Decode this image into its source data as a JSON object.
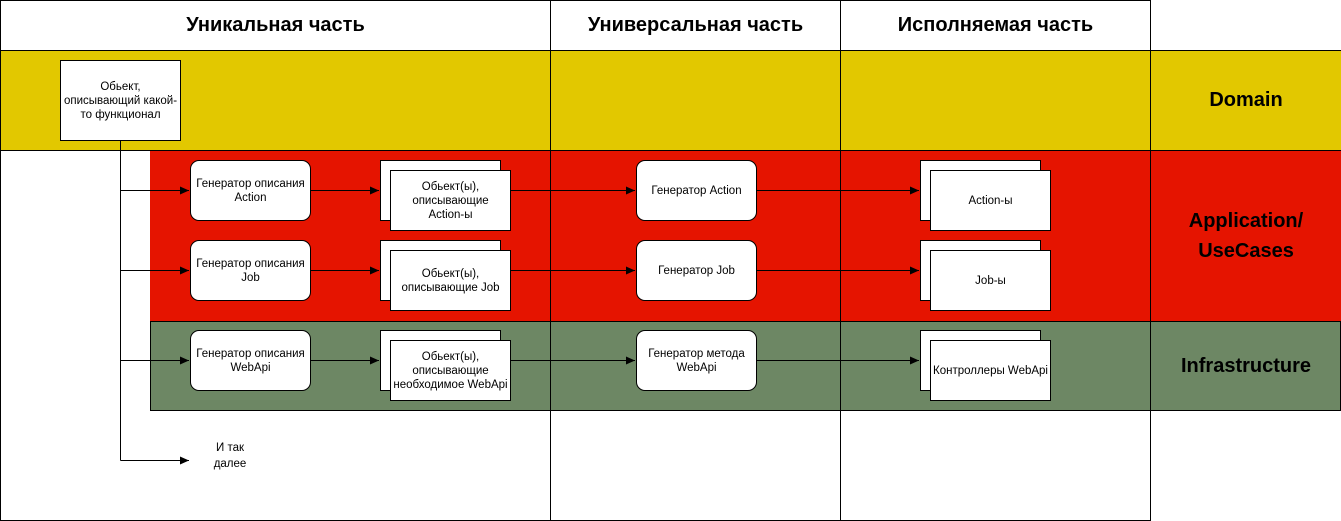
{
  "columns": {
    "unique": "Уникальная часть",
    "universal": "Универсальная часть",
    "executable": "Исполняемая часть"
  },
  "layers": {
    "domain": "Domain",
    "application": "Application/ UseCases",
    "infrastructure": "Infrastructure"
  },
  "nodes": {
    "domain_object": "Обьект, описывающий какой-то функционал",
    "gen_action_desc": "Генератор описания Action",
    "gen_job_desc": "Генератор описания Job",
    "gen_webapi_desc": "Генератор описания WebApi",
    "obj_action": "Обьект(ы), описывающие Action-ы",
    "obj_job": "Обьект(ы), описывающие Job",
    "obj_webapi": "Обьект(ы), описывающие необходимое WebApi",
    "gen_action": "Генератор Action",
    "gen_job": "Генератор Job",
    "gen_webapi_method": "Генератор метода WebApi",
    "actions": "Action-ы",
    "jobs": "Job-ы",
    "controllers": "Контроллеры WebApi",
    "etc": "И так далее"
  },
  "colors": {
    "domain": "#e2c800",
    "application": "#e51400",
    "infrastructure": "#6d8764"
  }
}
